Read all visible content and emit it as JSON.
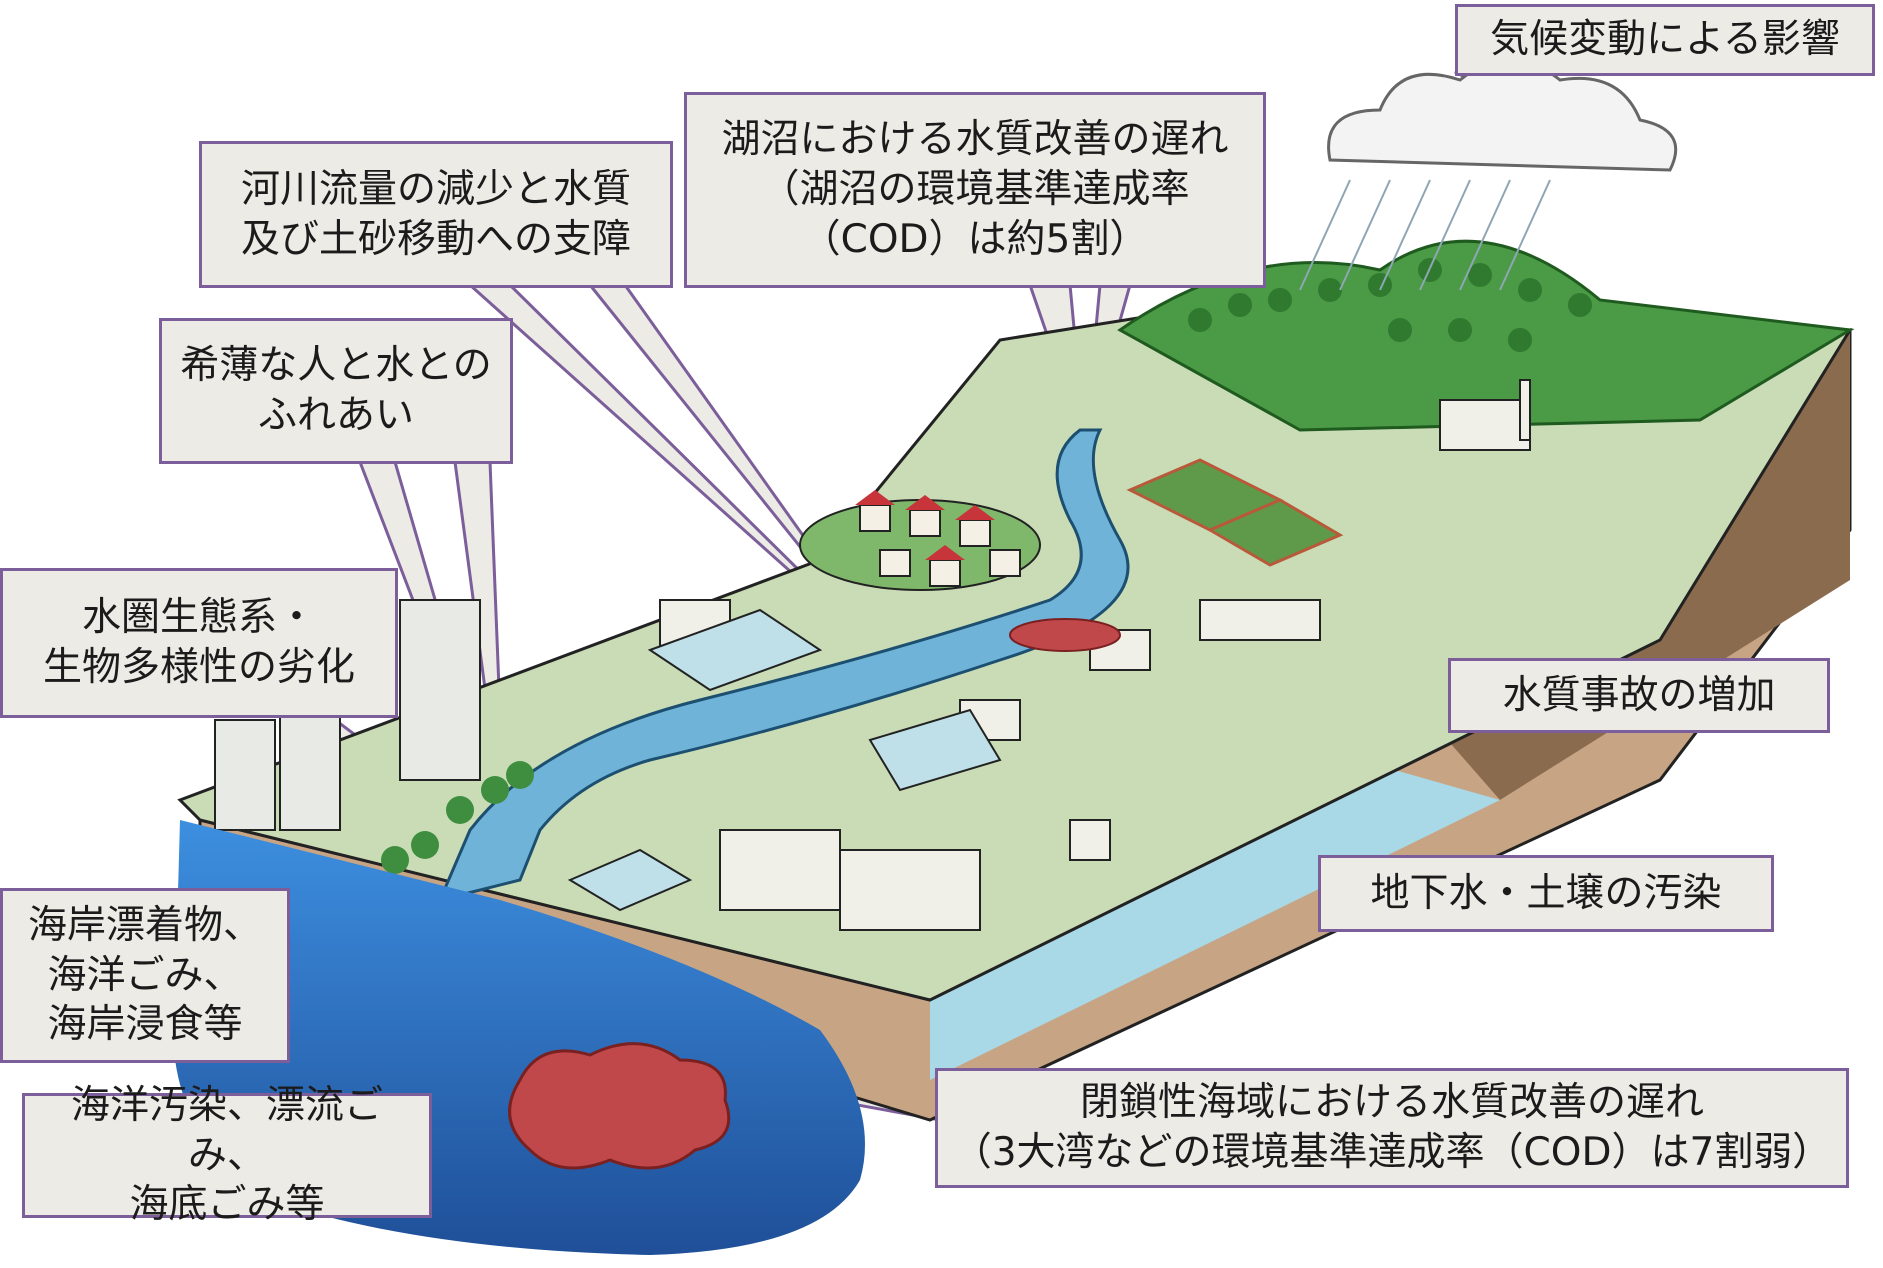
{
  "colors": {
    "callout_border": "#7b5e9a",
    "callout_fill": "#ecebe6",
    "land": "#c9dcb6",
    "river": "#6fb3d9",
    "groundwater": "#a9d8e6",
    "soil": "#8b6b4e",
    "sea": "#2f66b8",
    "pollution": "#c0484a",
    "forest": "#3f8e3f"
  },
  "callouts": {
    "climate": "気候変動による影響",
    "lake": "湖沼における水質改善の遅れ\n（湖沼の環境基準達成率\n（COD）は約5割）",
    "river_flow": "河川流量の減少と水質\n及び土砂移動への支障",
    "contact": "希薄な人と水との\nふれあい",
    "ecosystem": "水圏生態系・\n生物多様性の劣化",
    "accident": "水質事故の増加",
    "groundwater": "地下水・土壌の汚染",
    "coast": "海岸漂着物、\n海洋ごみ、\n海岸浸食等",
    "ocean": "海洋汚染、漂流ごみ、\n海底ごみ等",
    "closed_sea": "閉鎖性海域における水質改善の遅れ\n（3大湾などの環境基準達成率（COD）は7割弱）"
  }
}
